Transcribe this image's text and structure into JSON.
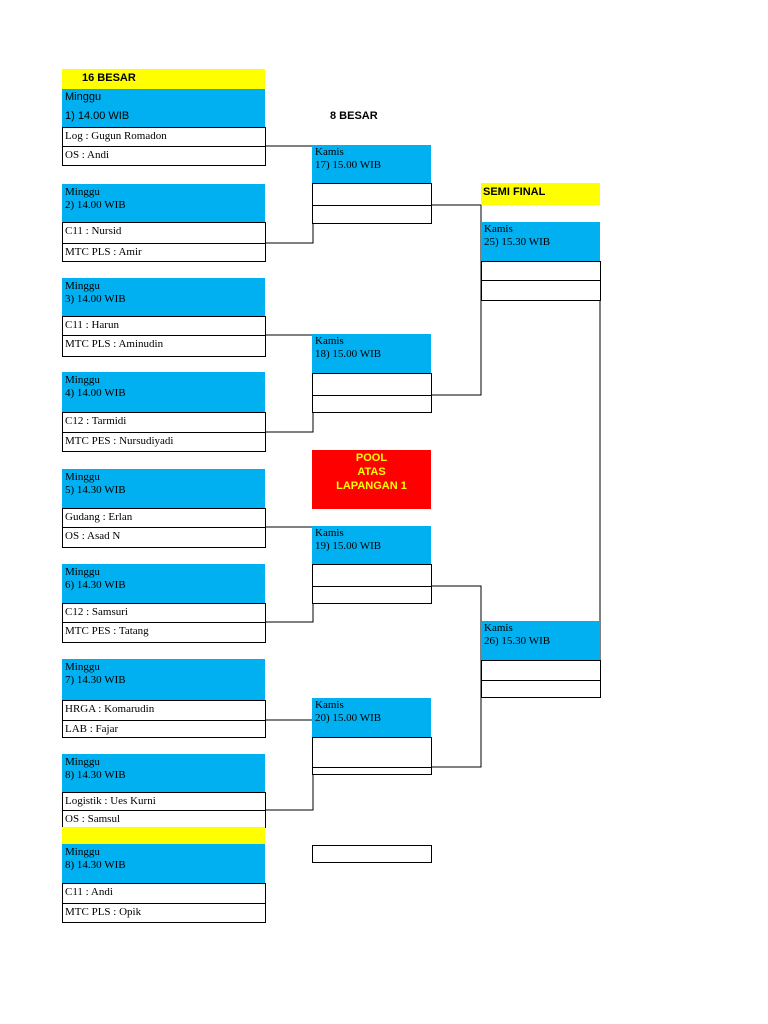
{
  "headers": {
    "round16": "16 BESAR",
    "round8": "8 BESAR",
    "semi": "SEMI FINAL",
    "pool": [
      "POOL",
      "ATAS",
      "LAPANGAN 1"
    ]
  },
  "r16_matches": [
    {
      "day": "Minggu",
      "time": "1) 14.00 WIB",
      "team1": "Log : Gugun Romadon",
      "team2": "OS : Andi"
    },
    {
      "day": "Minggu",
      "time": "2) 14.00 WIB",
      "team1": "C11 : Nursid",
      "team2": "MTC PLS : Amir"
    },
    {
      "day": "Minggu",
      "time": "3) 14.00 WIB",
      "team1": "C11 : Harun",
      "team2": "MTC PLS : Aminudin"
    },
    {
      "day": "Minggu",
      "time": "4) 14.00 WIB",
      "team1": "C12 : Tarmidi",
      "team2": "MTC PES : Nursudiyadi"
    },
    {
      "day": "Minggu",
      "time": "5) 14.30 WIB",
      "team1": "Gudang : Erlan",
      "team2": "OS : Asad N"
    },
    {
      "day": "Minggu",
      "time": "6) 14.30 WIB",
      "team1": "C12 : Samsuri",
      "team2": "MTC PES : Tatang"
    },
    {
      "day": "Minggu",
      "time": "7) 14.30 WIB",
      "team1": "HRGA : Komarudin",
      "team2": "LAB : Fajar"
    },
    {
      "day": "Minggu",
      "time": "8) 14.30 WIB",
      "team1": "Logistik : Ues Kurni",
      "team2": "OS : Samsul"
    },
    {
      "day": "Minggu",
      "time": "8) 14.30 WIB",
      "team1": "C11 : Andi",
      "team2": "MTC PLS : Opik"
    }
  ],
  "qf_matches": [
    {
      "day": "Kamis",
      "time": "17) 15.00 WIB"
    },
    {
      "day": "Kamis",
      "time": "18) 15.00 WIB"
    },
    {
      "day": "Kamis",
      "time": "19) 15.00 WIB"
    },
    {
      "day": "Kamis",
      "time": "20) 15.00 WIB"
    }
  ],
  "sf_matches": [
    {
      "day": "Kamis",
      "time": "25) 15.30 WIB"
    },
    {
      "day": "Kamis",
      "time": "26) 15.30 WIB"
    }
  ],
  "colors": {
    "header_yellow": "#ffff00",
    "schedule_blue": "#00b0f0",
    "pool_red": "#ff0000"
  }
}
